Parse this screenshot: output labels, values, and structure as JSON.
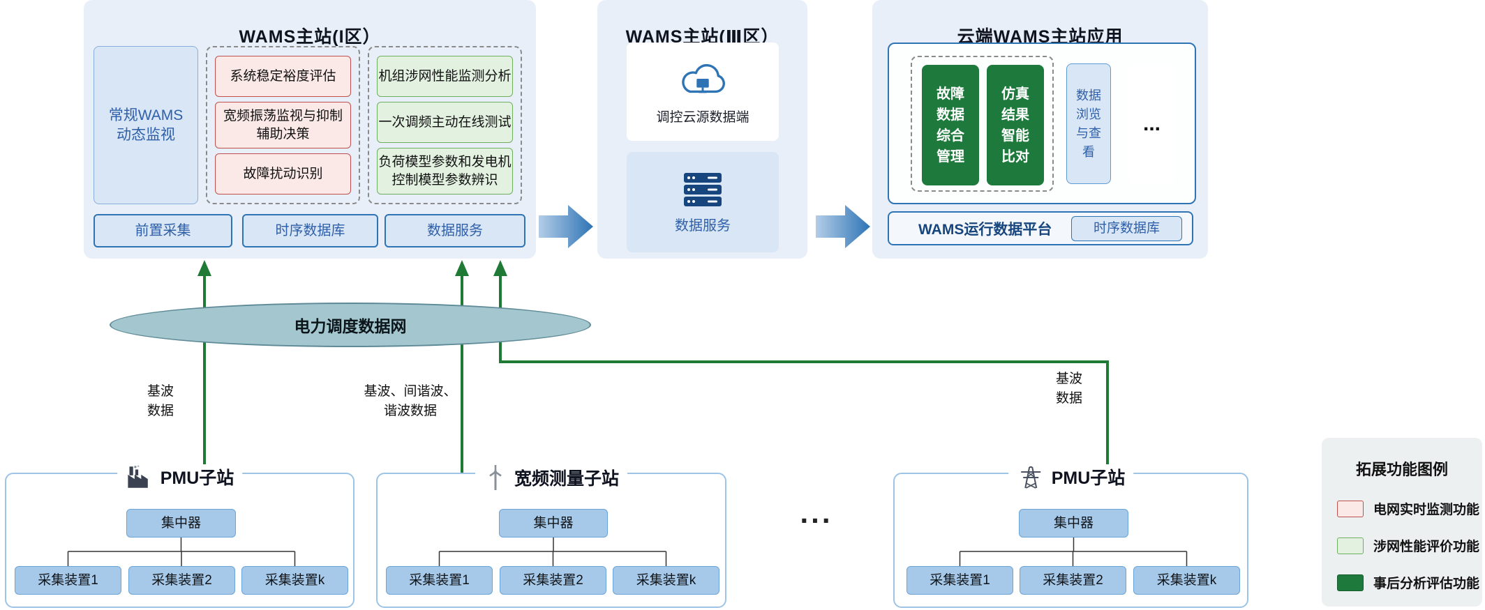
{
  "zone1": {
    "title": "WAMS主站(I区）",
    "main_monitor": "常规WAMS\n动态监视",
    "pink_boxes": [
      "系统稳定裕度评估",
      "宽频振荡监视与抑制\n辅助决策",
      "故障扰动识别"
    ],
    "green_boxes": [
      "机组涉网性能监测分析",
      "一次调频主动在线测试",
      "负荷模型参数和发电机\n控制模型参数辨识"
    ],
    "services": [
      "前置采集",
      "时序数据库",
      "数据服务"
    ]
  },
  "zone3": {
    "title": "WAMS主站(Ⅲ区）",
    "cloud_label": "调控云源数据端",
    "service_label": "数据服务"
  },
  "cloud": {
    "title": "云端WAMS主站应用",
    "dark_boxes": [
      "故障\n数据\n综合\n管理",
      "仿真\n结果\n智能\n比对"
    ],
    "blue_box": "数据\n浏览\n与查\n看",
    "ellipsis": "...",
    "platform": "WAMS运行数据平台",
    "tsdb": "时序数据库"
  },
  "network": {
    "label": "电力调度数据网"
  },
  "flows": {
    "left": "基波\n数据",
    "mid": "基波、间谐波、\n谐波数据",
    "right": "基波\n数据"
  },
  "stations": [
    {
      "title": "PMU子站",
      "icon": "factory-icon",
      "concentrator": "集中器",
      "devices": [
        "采集装置1",
        "采集装置2",
        "采集装置k"
      ]
    },
    {
      "title": "宽频测量子站",
      "icon": "wind-turbine-icon",
      "concentrator": "集中器",
      "devices": [
        "采集装置1",
        "采集装置2",
        "采集装置k"
      ]
    },
    {
      "title": "PMU子站",
      "icon": "transmission-tower-icon",
      "concentrator": "集中器",
      "devices": [
        "采集装置1",
        "采集装置2",
        "采集装置k"
      ]
    }
  ],
  "separator": "...",
  "legend": {
    "title": "拓展功能图例",
    "items": [
      {
        "label": "电网实时监测功能",
        "color": "#fbe9e7",
        "border": "#c0504d"
      },
      {
        "label": "涉网性能评价功能",
        "color": "#e3f1e0",
        "border": "#6fae5e"
      },
      {
        "label": "事后分析评估功能",
        "color": "#1e7a3c",
        "border": "#145a2a"
      }
    ]
  },
  "colors": {
    "accent_blue": "#2e74b5",
    "panel_bg": "#e9eff8",
    "light_blue_fill": "#d9e6f5",
    "dark_green": "#1e7a3c",
    "arrow_green": "#1e7a34",
    "ellipse_fill": "#a4c6ce"
  }
}
